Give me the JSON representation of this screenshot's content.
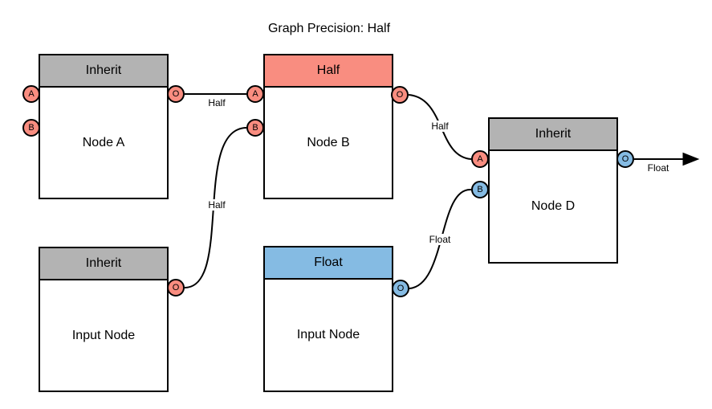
{
  "title": "Graph Precision: Half",
  "colors": {
    "half": "#F98D80",
    "float": "#85BBE3",
    "inherit": "#B3B3B3"
  },
  "nodes": [
    {
      "id": "node-a",
      "header": "Inherit",
      "label": "Node A",
      "ports": [
        {
          "label": "A",
          "direction": "input",
          "precision": "half"
        },
        {
          "label": "B",
          "direction": "input",
          "precision": "half"
        },
        {
          "label": "O",
          "direction": "output",
          "precision": "half"
        }
      ]
    },
    {
      "id": "node-b",
      "header": "Half",
      "label": "Node B",
      "ports": [
        {
          "label": "A",
          "direction": "input",
          "precision": "half"
        },
        {
          "label": "B",
          "direction": "input",
          "precision": "half"
        },
        {
          "label": "O",
          "direction": "output",
          "precision": "half"
        }
      ]
    },
    {
      "id": "node-d",
      "header": "Inherit",
      "label": "Node D",
      "ports": [
        {
          "label": "A",
          "direction": "input",
          "precision": "half"
        },
        {
          "label": "B",
          "direction": "input",
          "precision": "float"
        },
        {
          "label": "O",
          "direction": "output",
          "precision": "float"
        }
      ]
    },
    {
      "id": "input-node-1",
      "header": "Inherit",
      "label": "Input Node",
      "ports": [
        {
          "label": "O",
          "direction": "output",
          "precision": "half"
        }
      ]
    },
    {
      "id": "input-node-2",
      "header": "Float",
      "label": "Input Node",
      "ports": [
        {
          "label": "O",
          "direction": "output",
          "precision": "float"
        }
      ]
    }
  ],
  "edges": [
    {
      "from": "node-a:O",
      "to": "node-b:A",
      "label": "Half"
    },
    {
      "from": "input-node-1:O",
      "to": "node-b:B",
      "label": "Half"
    },
    {
      "from": "node-b:O",
      "to": "node-d:A",
      "label": "Half"
    },
    {
      "from": "input-node-2:O",
      "to": "node-d:B",
      "label": "Float"
    },
    {
      "from": "node-d:O",
      "to": "graph-output-arrow",
      "label": "Float"
    }
  ]
}
